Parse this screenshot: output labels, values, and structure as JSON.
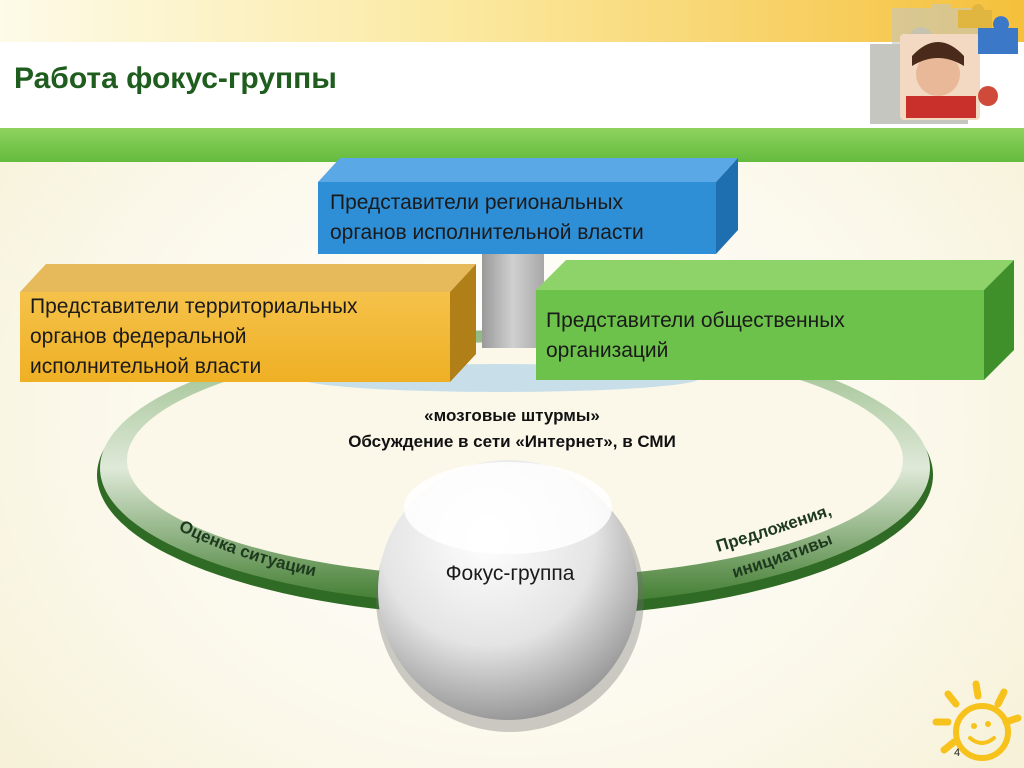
{
  "slide": {
    "title": "Работа фокус-группы",
    "page_number": "4"
  },
  "boxes": {
    "regional": {
      "line1": "Представители региональных",
      "line2": "органов исполнительной власти"
    },
    "territorial": {
      "line1": "Представители  территориальных",
      "line2": "органов федеральной",
      "line3": "исполнительной власти"
    },
    "public": {
      "line1": "Представители общественных",
      "line2": "организаций"
    }
  },
  "center": {
    "line1": "«мозговые штурмы»",
    "line2": "Обсуждение в сети «Интернет», в СМИ"
  },
  "sphere_label": "Фокус-группа",
  "ring_labels": {
    "left": "Оценка ситуации",
    "right_line1": "Предложения,",
    "right_line2": "инициативы"
  },
  "colors": {
    "title": "#1e5d1e",
    "blue_box": "#2e8ed6",
    "yellow_box": "#f0b52e",
    "green_box": "#6cc24a",
    "ring": "#4f8a3a"
  }
}
